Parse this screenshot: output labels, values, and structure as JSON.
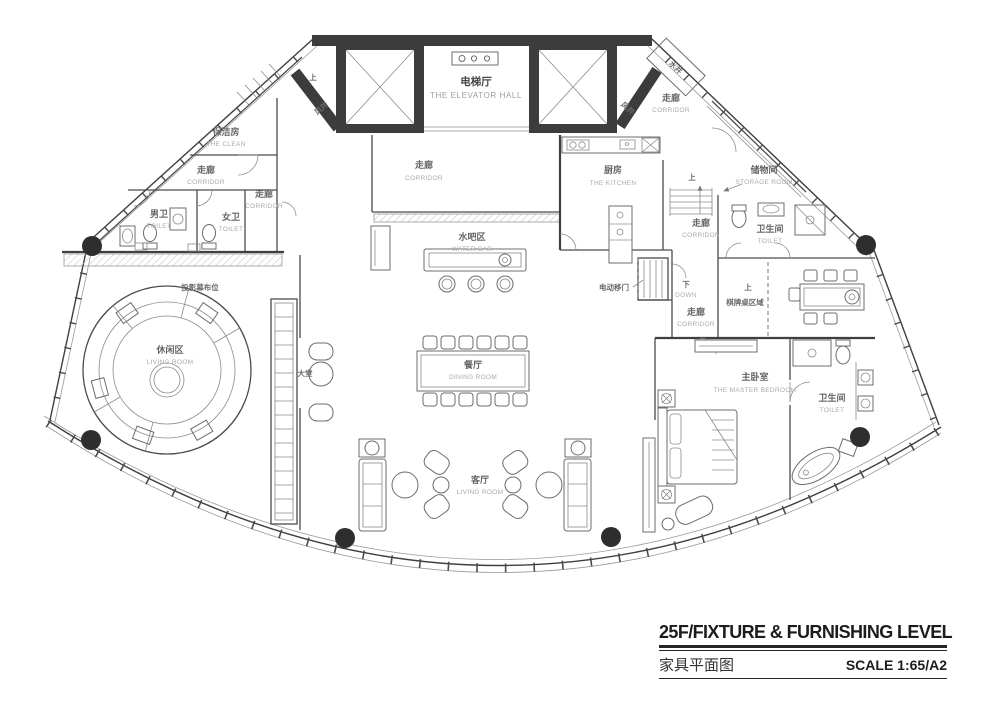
{
  "title_block": {
    "title": "25F/FIXTURE & FURNISHING LEVEL",
    "subtitle": "家具平面图",
    "scale": "SCALE  1:65/A2"
  },
  "rooms": {
    "elevator_hall": {
      "cn": "电梯厅",
      "en": "THE ELEVATOR HALL"
    },
    "corridor": {
      "cn": "走廊",
      "en": "CORRIDOR"
    },
    "clean_room": {
      "cn": "保洁房",
      "en": "THE CLEAN"
    },
    "mens_toilet": {
      "cn": "男卫",
      "en": "TOILET"
    },
    "womens_toilet": {
      "cn": "女卫",
      "en": "TOILET"
    },
    "projection_screen": {
      "cn": "投影幕布位"
    },
    "water_well": {
      "cn": "水井"
    },
    "vent_shaft": {
      "cn": "风井"
    },
    "kitchen": {
      "cn": "厨房",
      "en": "THE KITCHEN"
    },
    "storage": {
      "cn": "储物间",
      "en": "STORAGE ROOM"
    },
    "toilet": {
      "cn": "卫生间",
      "en": "TOILET"
    },
    "water_bar": {
      "cn": "水吧区",
      "en": "WATER BAR"
    },
    "electric_door": {
      "cn": "电动移门"
    },
    "stair_up": {
      "cn": "上"
    },
    "stair_down": {
      "cn": "下",
      "en": "DOWN"
    },
    "chess_area": {
      "cn": "棋牌桌区域"
    },
    "leisure_area": {
      "cn": "休闲区",
      "en": "LIVING ROOM"
    },
    "lobby": {
      "cn": "大堂"
    },
    "dining_room": {
      "cn": "餐厅",
      "en": "DINING ROOM"
    },
    "master_bedroom": {
      "cn": "主卧室",
      "en": "THE MASTER BEDROOM"
    },
    "living_room": {
      "cn": "客厅",
      "en": "LIVING ROOM"
    }
  },
  "colors": {
    "line": "#4a4a4a",
    "core_wall": "#3c3c3c",
    "label_gray": "#aaaaaa"
  }
}
